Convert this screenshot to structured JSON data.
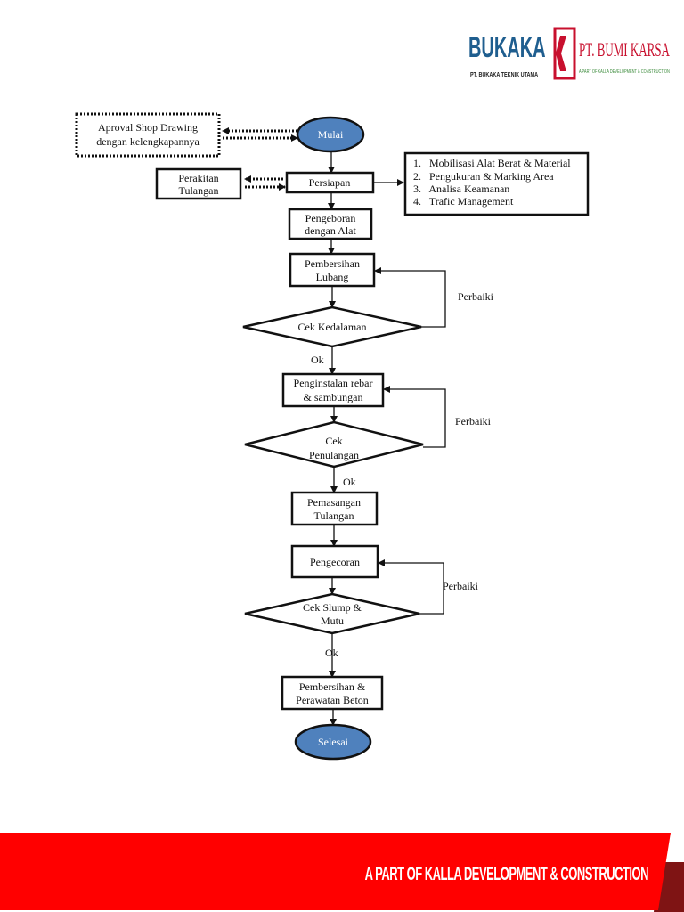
{
  "logos": {
    "bukaka": {
      "name": "BUKAKA",
      "subtitle": "PT. BUKAKA TEKNIK UTAMA",
      "color": "#1f5e8f"
    },
    "bumi_karsa": {
      "name": "PT. BUMI KARSA",
      "subtitle": "A PART OF KALLA DEVELOPMENT & CONSTRUCTION",
      "color": "#c8102e"
    }
  },
  "flow": {
    "start": "Mulai",
    "approval": [
      "Aproval Shop Drawing",
      "dengan kelengkapannya"
    ],
    "persiapan": "Persiapan",
    "perakitan": [
      "Perakitan",
      "Tulangan"
    ],
    "prep_list": [
      "1.   Mobilisasi Alat Berat & Material",
      "2.   Pengukuran & Marking Area",
      "3.   Analisa Keamanan",
      "4.   Trafic Management"
    ],
    "pengeboran": [
      "Pengeboran",
      "dengan Alat"
    ],
    "pembersihan_lubang": [
      "Pembersihan",
      "Lubang"
    ],
    "cek_kedalaman": "Cek Kedalaman",
    "penginstalan": [
      "Penginstalan rebar",
      "& sambungan"
    ],
    "cek_penulangan": [
      "Cek",
      "Penulangan"
    ],
    "pemasangan": [
      "Pemasangan",
      "Tulangan"
    ],
    "pengecoran": "Pengecoran",
    "cek_slump": [
      "Cek Slump &",
      "Mutu"
    ],
    "pembersihan_perawatan": [
      "Pembersihan &",
      "Perawatan Beton"
    ],
    "end": "Selesai",
    "retry_label": "Perbaiki",
    "ok_label": "Ok",
    "terminal_color": "#4f81bd"
  },
  "footer": {
    "text": "A PART OF KALLA DEVELOPMENT & CONSTRUCTION",
    "color": "#ff0000",
    "shadow_color": "#7f1414"
  }
}
